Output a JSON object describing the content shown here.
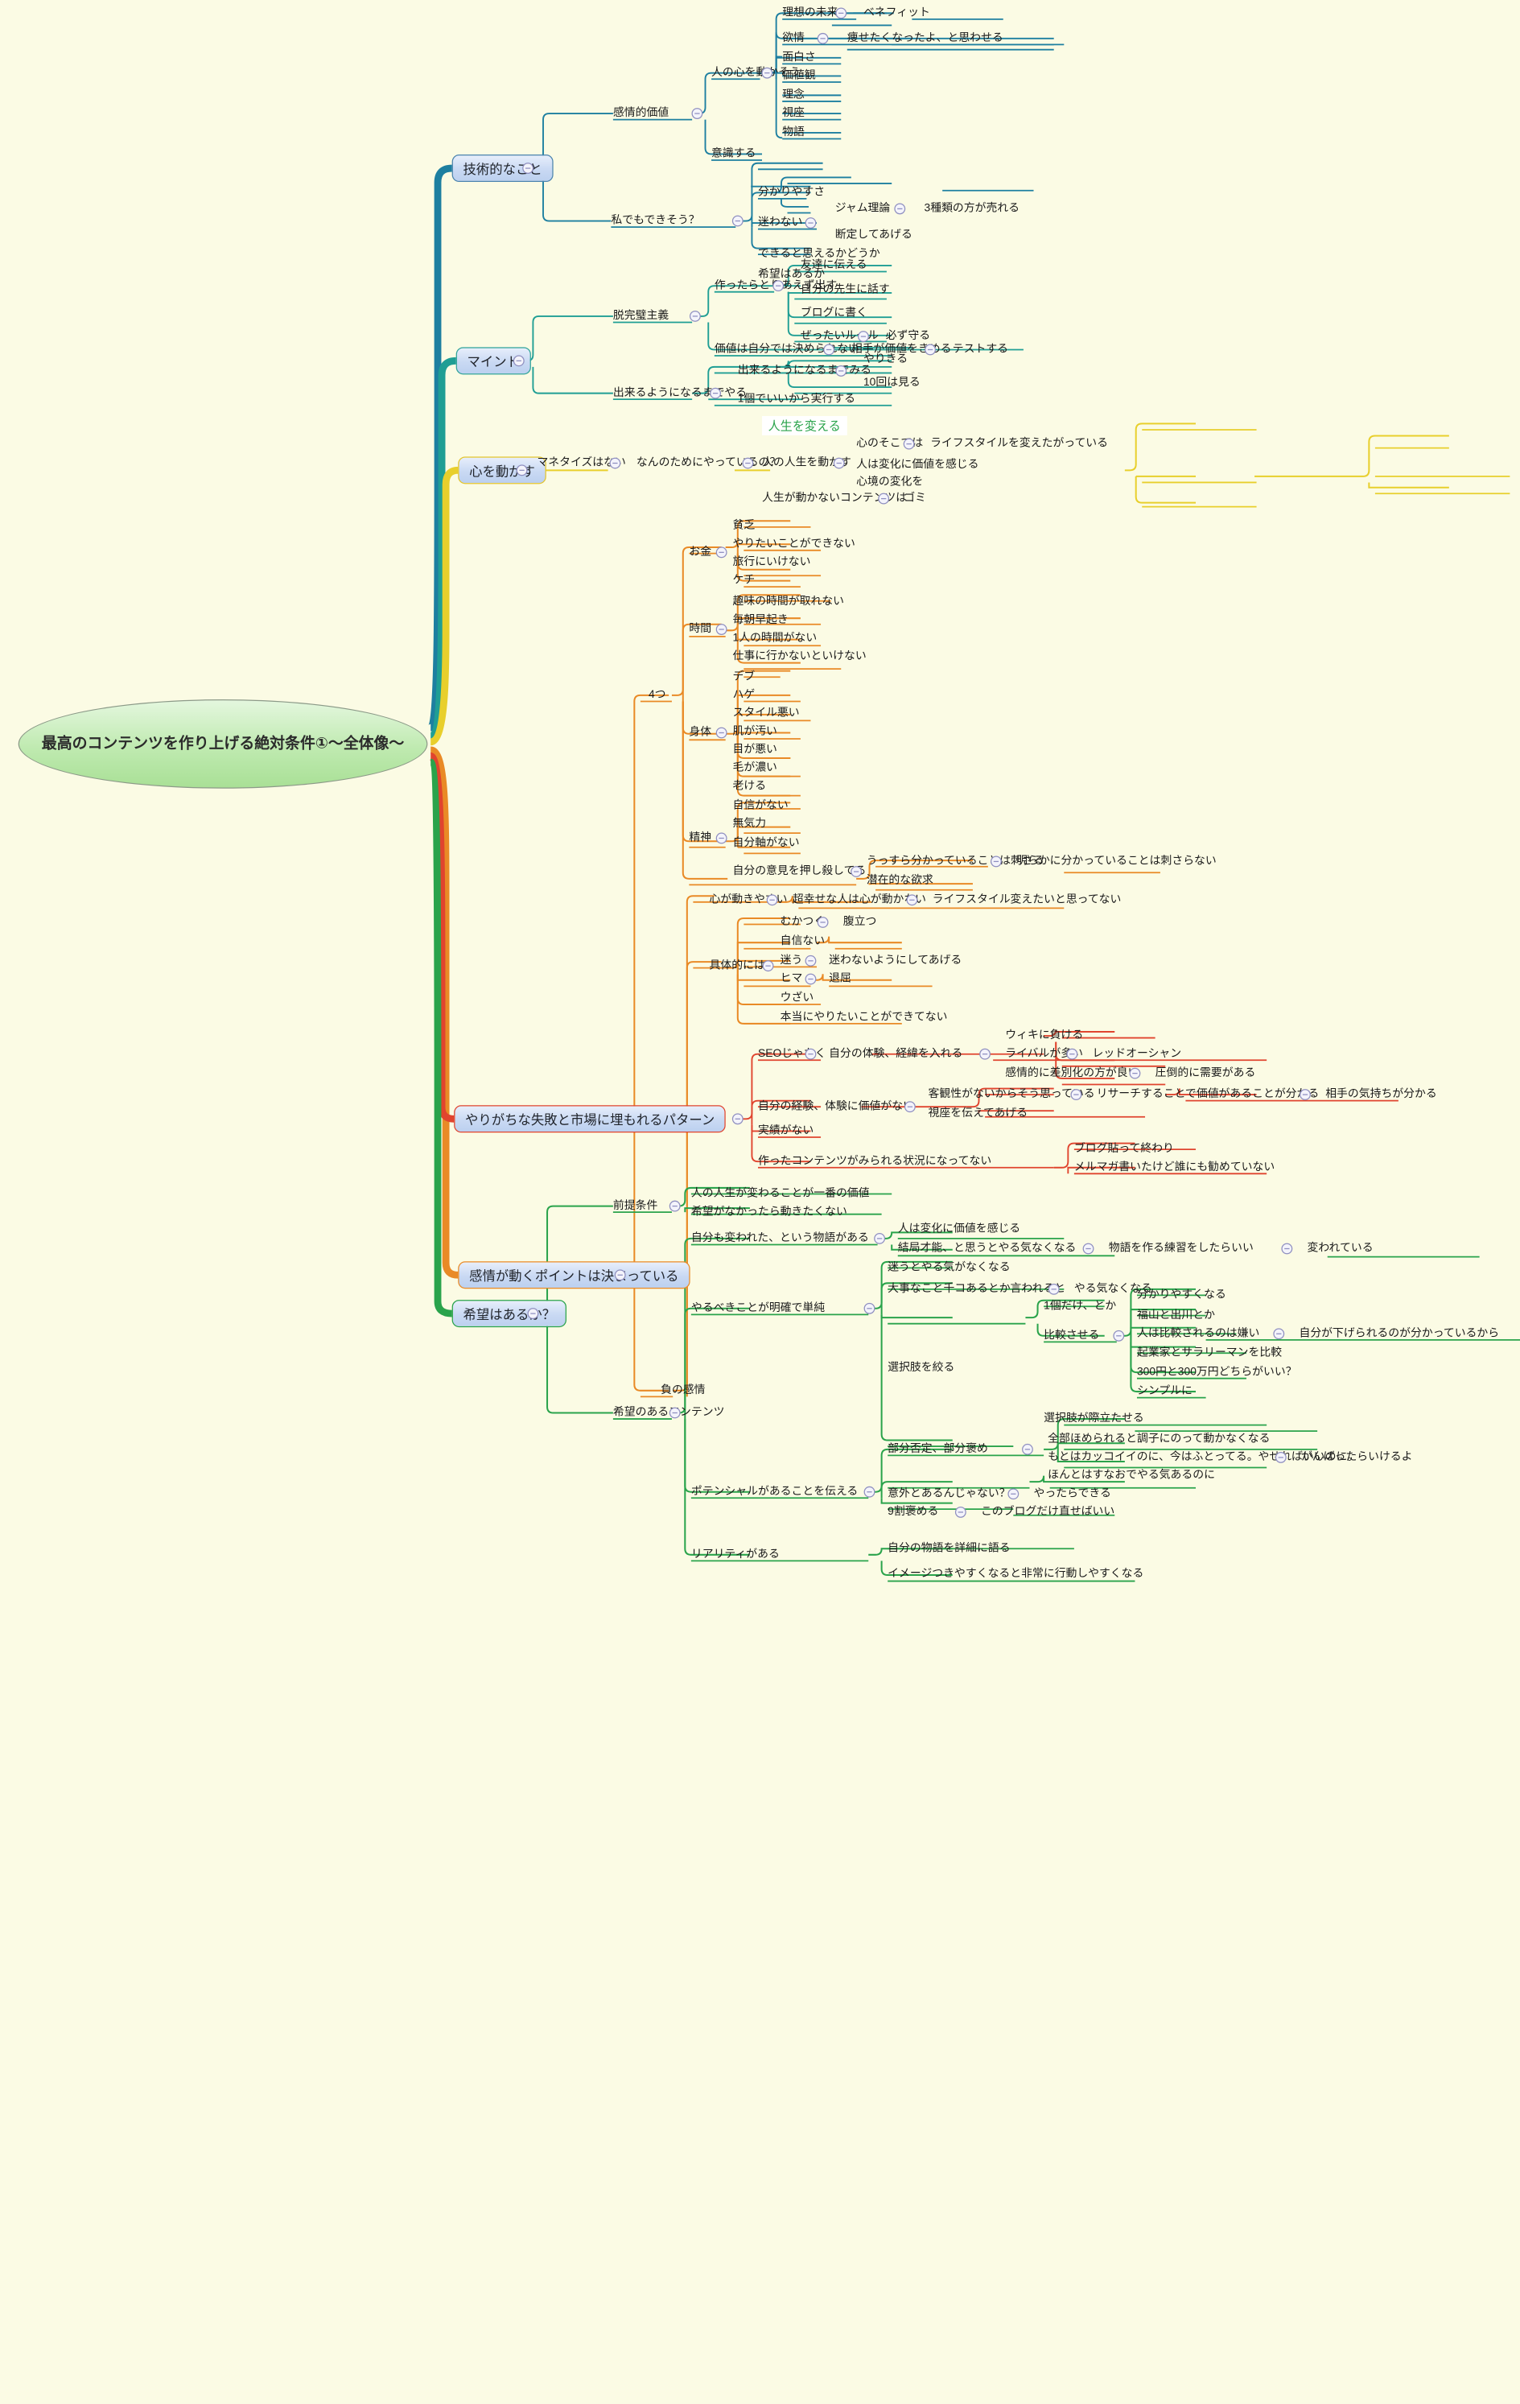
{
  "document": {
    "type": "mind-map",
    "background_color": "#fbfbe4",
    "root": {
      "label": "最高のコンテンツを作り上げる絶対条件①〜全体像〜",
      "shape": "ellipse",
      "fill": "#bfeab0"
    }
  },
  "branches": [
    {
      "id": "b1",
      "label": "技術的なこと",
      "color": "#1d7fa0",
      "children": [
        {
          "label": "感情的価値",
          "children": [
            {
              "label": "人の心を動かそう",
              "children": [
                {
                  "label": "理想の未来",
                  "children": [
                    {
                      "label": "ベネフィット"
                    }
                  ]
                },
                {
                  "label": "欲情",
                  "children": [
                    {
                      "label": "痩せたくなったよ、と思わせる"
                    }
                  ]
                },
                {
                  "label": "面白さ"
                },
                {
                  "label": "価値観"
                },
                {
                  "label": "理念"
                },
                {
                  "label": "視座"
                },
                {
                  "label": "物語"
                }
              ]
            },
            {
              "label": "意識する"
            }
          ]
        },
        {
          "label": "私でもできそう？",
          "children": [
            {
              "label": "分かりやすさ"
            },
            {
              "label": "迷わない",
              "children": [
                {
                  "label": "ジャム理論",
                  "children": [
                    {
                      "label": "3種類の方が売れる"
                    }
                  ]
                },
                {
                  "label": "断定してあげる"
                }
              ]
            },
            {
              "label": "できると思えるかどうか"
            },
            {
              "label": "希望はあるか"
            }
          ]
        }
      ]
    },
    {
      "id": "b2",
      "label": "マインド",
      "color": "#1f9e94",
      "children": [
        {
          "label": "脱完璧主義",
          "children": [
            {
              "label": "作ったらとりあえず出す",
              "children": [
                {
                  "label": "友達に伝える"
                },
                {
                  "label": "自分の先生に話す"
                },
                {
                  "label": "ブログに書く"
                },
                {
                  "label": "ぜったいルール",
                  "children": [
                    {
                      "label": "必ず守る"
                    }
                  ]
                }
              ]
            },
            {
              "label": "価値は自分では決められない",
              "children": [
                {
                  "label": "相手が価値をきめる",
                  "children": [
                    {
                      "label": "テストする"
                    }
                  ]
                }
              ]
            }
          ]
        },
        {
          "label": "出来るようになるまでやる",
          "children": [
            {
              "label": "出来るようになるまでみる",
              "children": [
                {
                  "label": "やりきる"
                },
                {
                  "label": "10回は見る"
                }
              ]
            },
            {
              "label": "1個でいいから実行する"
            }
          ]
        }
      ]
    },
    {
      "id": "b3",
      "label": "心を動かす",
      "color": "#e8cf2c",
      "children": [
        {
          "label": "マネタイズはない",
          "children": [
            {
              "label": "なんのためにやっているの？",
              "children": [
                {
                  "label": "人生を変える",
                  "highlight": true
                },
                {
                  "label": "人の人生を動かす",
                  "children": [
                    {
                      "label": "心のそこでは",
                      "children": [
                        {
                          "label": "ライフスタイルを変えたがっている"
                        }
                      ]
                    },
                    {
                      "label": "人は変化に価値を感じる"
                    },
                    {
                      "label": "心境の変化を"
                    }
                  ]
                },
                {
                  "label": "人生が動かないコンテンツは",
                  "children": [
                    {
                      "label": "ゴミ"
                    }
                  ]
                }
              ]
            }
          ]
        }
      ]
    },
    {
      "id": "b4",
      "label": "感情が動くポイントは決まっている",
      "color": "#e98a26",
      "children": [
        {
          "label": "4つ",
          "children": [
            {
              "label": "お金",
              "children": [
                {
                  "label": "貧乏"
                },
                {
                  "label": "やりたいことができない"
                },
                {
                  "label": "旅行にいけない"
                },
                {
                  "label": "ケチ"
                }
              ]
            },
            {
              "label": "時間",
              "children": [
                {
                  "label": "趣味の時間が取れない"
                },
                {
                  "label": "毎朝早起き"
                },
                {
                  "label": "1人の時間がない"
                },
                {
                  "label": "仕事に行かないといけない"
                }
              ]
            },
            {
              "label": "身体",
              "children": [
                {
                  "label": "デブ"
                },
                {
                  "label": "ハゲ"
                },
                {
                  "label": "スタイル悪い"
                },
                {
                  "label": "肌が汚い"
                },
                {
                  "label": "目が悪い"
                },
                {
                  "label": "毛が濃い"
                },
                {
                  "label": "老ける"
                }
              ]
            },
            {
              "label": "精神",
              "children": [
                {
                  "label": "自信がない"
                },
                {
                  "label": "無気力"
                },
                {
                  "label": "自分軸がない"
                }
              ]
            },
            {
              "label": "自分の意見を押し殺してる",
              "children": [
                {
                  "label": "うっすら分かっていることは刺さる",
                  "children": [
                    {
                      "label": "明らかに分かっていることは刺さらない"
                    }
                  ]
                },
                {
                  "label": "潜在的な欲求"
                }
              ]
            }
          ]
        },
        {
          "label": "負の感情",
          "children": [
            {
              "label": "心が動きやすい",
              "children": [
                {
                  "label": "超幸せな人は心が動かない",
                  "children": [
                    {
                      "label": "ライフスタイル変えたいと思ってない"
                    }
                  ]
                }
              ]
            },
            {
              "label": "具体的には",
              "children": [
                {
                  "label": "むかつく",
                  "children": [
                    {
                      "label": "腹立つ"
                    }
                  ]
                },
                {
                  "label": "自信ない"
                },
                {
                  "label": "迷う",
                  "children": [
                    {
                      "label": "迷わないようにしてあげる"
                    }
                  ]
                },
                {
                  "label": "ヒマ",
                  "children": [
                    {
                      "label": "退屈"
                    }
                  ]
                },
                {
                  "label": "ウざい"
                },
                {
                  "label": "本当にやりたいことができてない"
                }
              ]
            }
          ]
        }
      ]
    },
    {
      "id": "b5",
      "label": "やりがちな失敗と市場に埋もれるパターン",
      "color": "#e0442e",
      "children": [
        {
          "label": "SEOじゃなく",
          "children": [
            {
              "label": "自分の体験、経緯を入れる",
              "children": [
                {
                  "label": "ウィキに負ける"
                },
                {
                  "label": "ライバルが多い",
                  "children": [
                    {
                      "label": "レッドオーシャン"
                    }
                  ]
                },
                {
                  "label": "感情的に差別化の方が良い",
                  "children": [
                    {
                      "label": "圧倒的に需要がある"
                    }
                  ]
                }
              ]
            }
          ]
        },
        {
          "label": "自分の経験、体験に価値がない",
          "children": [
            {
              "label": "客観性がないからそう思っている",
              "children": [
                {
                  "label": "リサーチすることで価値があることが分かる",
                  "children": [
                    {
                      "label": "相手の気持ちが分かる"
                    }
                  ]
                }
              ]
            },
            {
              "label": "視座を伝えてあげる"
            }
          ]
        },
        {
          "label": "実績がない"
        },
        {
          "label": "作ったコンテンツがみられる状況になってない",
          "children": [
            {
              "label": "ブログ貼って終わり"
            },
            {
              "label": "メルマガ書いたけど誰にも勧めていない"
            }
          ]
        }
      ]
    },
    {
      "id": "b6",
      "label": "希望はあるか？",
      "color": "#2aa34b",
      "children": [
        {
          "label": "前提条件",
          "children": [
            {
              "label": "人の人生が変わることが一番の価値"
            },
            {
              "label": "希望がなかったら動きたくない"
            }
          ]
        },
        {
          "label": "希望のあるコンテンツ",
          "children": [
            {
              "label": "自分も変われた、という物語がある",
              "children": [
                {
                  "label": "人は変化に価値を感じる"
                },
                {
                  "label": "結局才能、と思うとやる気なくなる",
                  "children": [
                    {
                      "label": "物語を作る練習をしたらいい",
                      "children": [
                        {
                          "label": "変われている"
                        }
                      ]
                    }
                  ]
                }
              ]
            },
            {
              "label": "やるべきことが明確で単純",
              "children": [
                {
                  "label": "迷うとやる気がなくなる"
                },
                {
                  "label": "大事なこと千コあるとか言われると",
                  "children": [
                    {
                      "label": "やる気なくなる"
                    }
                  ]
                },
                {
                  "label": "選択肢を絞る",
                  "children": [
                    {
                      "label": "1個だけ、とか"
                    },
                    {
                      "label": "比較させる",
                      "children": [
                        {
                          "label": "分かりやすくなる"
                        },
                        {
                          "label": "福山と出川とか"
                        },
                        {
                          "label": "人は比較されるのは嫌い",
                          "children": [
                            {
                              "label": "自分が下げられるのが分かっているから"
                            }
                          ]
                        },
                        {
                          "label": "起業家とサラリーマンを比較"
                        },
                        {
                          "label": "300円と300万円どちらがいい？"
                        },
                        {
                          "label": "シンプルに"
                        }
                      ]
                    }
                  ]
                },
                {
                  "label": "選択肢が際立たせる"
                }
              ]
            },
            {
              "label": "ポテンシャルがあることを伝える",
              "children": [
                {
                  "label": "部分否定、部分褒め",
                  "children": [
                    {
                      "label": "全部ほめられると調子にのって動かなくなる"
                    },
                    {
                      "label": "もとはカッコイイのに、今はふとってる。やせればいいのに。",
                      "children": [
                        {
                          "label": "がんばったらいけるよ"
                        }
                      ]
                    },
                    {
                      "label": "ほんとはすなおでやる気あるのに"
                    }
                  ]
                },
                {
                  "label": "意外とあるんじゃない？",
                  "children": [
                    {
                      "label": "やったらできる"
                    }
                  ]
                },
                {
                  "label": "9割褒める",
                  "children": [
                    {
                      "label": "このブログだけ直せばいい"
                    }
                  ]
                }
              ]
            },
            {
              "label": "リアリティがある",
              "children": [
                {
                  "label": "自分の物語を詳細に語る"
                },
                {
                  "label": "イメージつきやすくなると非常に行動しやすくなる"
                }
              ]
            }
          ]
        }
      ]
    }
  ]
}
